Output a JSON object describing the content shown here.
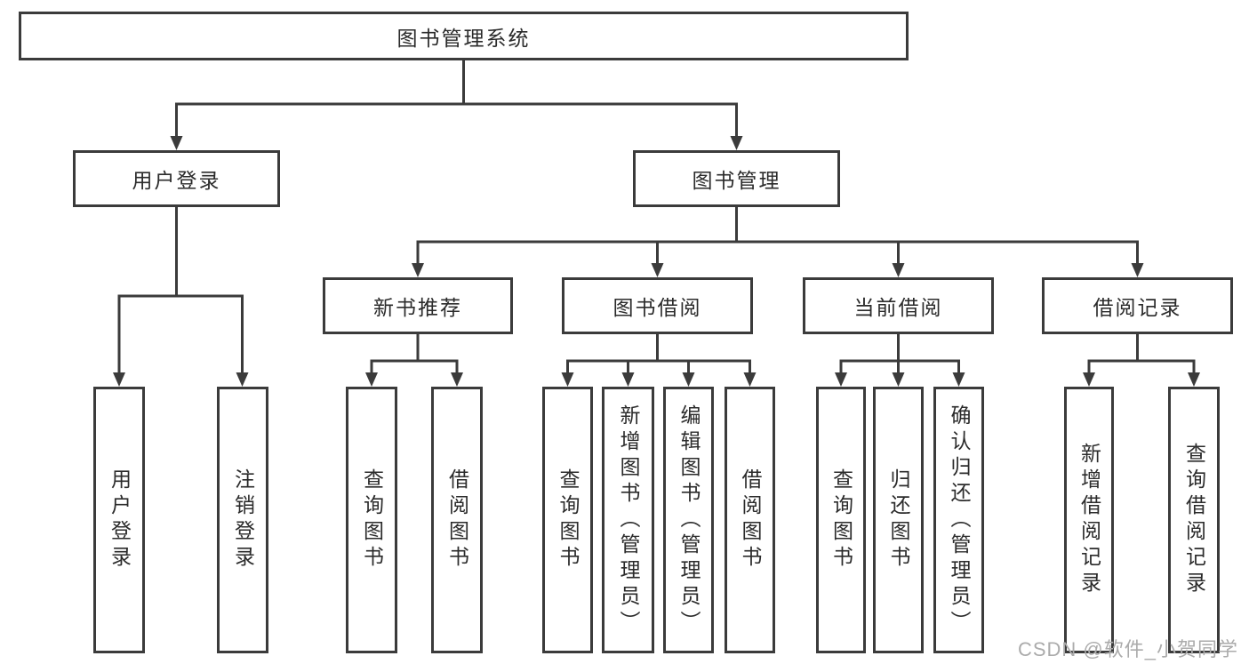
{
  "tree": {
    "label": "图书管理系统",
    "children": [
      {
        "label": "用户登录",
        "children": [
          {
            "label": "用户登录"
          },
          {
            "label": "注销登录"
          }
        ]
      },
      {
        "label": "图书管理",
        "children": [
          {
            "label": "新书推荐",
            "children": [
              {
                "label": "查询图书"
              },
              {
                "label": "借阅图书"
              }
            ]
          },
          {
            "label": "图书借阅",
            "children": [
              {
                "label": "查询图书"
              },
              {
                "label": "新增图书（管理员）"
              },
              {
                "label": "编辑图书（管理员）"
              },
              {
                "label": "借阅图书"
              }
            ]
          },
          {
            "label": "当前借阅",
            "children": [
              {
                "label": "查询图书"
              },
              {
                "label": "归还图书"
              },
              {
                "label": "确认归还（管理员）"
              }
            ]
          },
          {
            "label": "借阅记录",
            "children": [
              {
                "label": "新增借阅记录"
              },
              {
                "label": "查询借阅记录"
              }
            ]
          }
        ]
      }
    ]
  },
  "watermark": {
    "text": "CSDN @软件_小贺同学"
  },
  "colors": {
    "line": "#3b3b3b",
    "text": "#2b2b2b",
    "watermark": "#ababab",
    "background": "#ffffff"
  }
}
